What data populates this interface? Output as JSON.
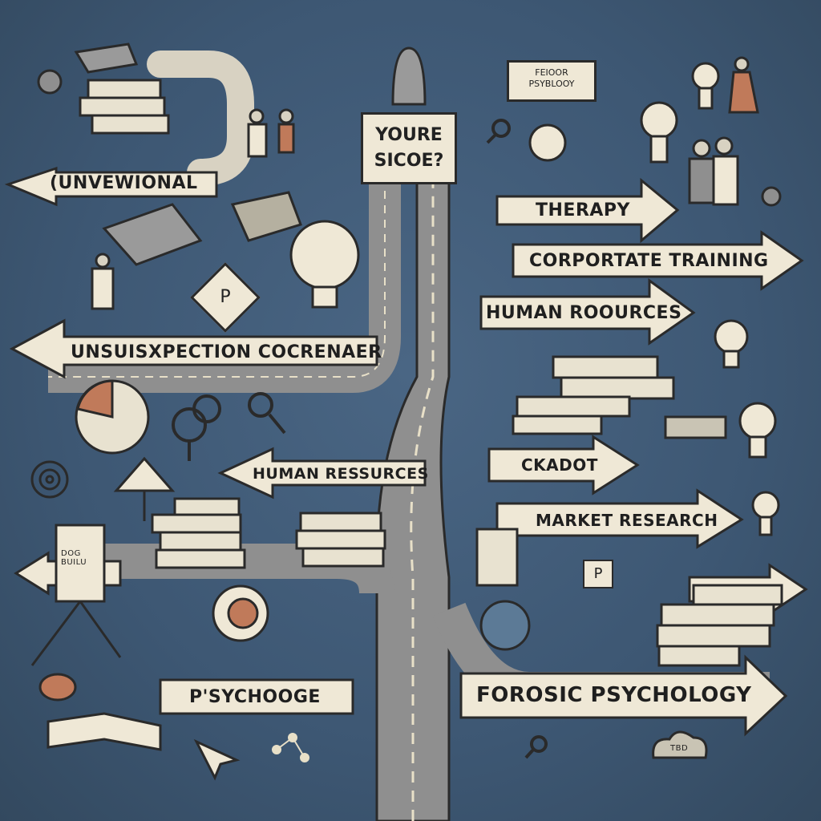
{
  "center_sign": "YOURE SICOE?",
  "arrows": {
    "unconventional": "(UNVEWIONAL",
    "unsuspection": "UNSUISXPECTION COCRENAER",
    "human_resources_left": "HUMAN RESSURCES",
    "therapy": "THERAPY",
    "corporate_training": "CORPORTATE TRAINING",
    "human_resources_right": "HUMAN ROOURCES",
    "ckadot": "CKADOT",
    "market_research": "MARKET RESEARCH",
    "psychology": "P'SYCHOOGE",
    "forensic": "FOROSIC PSYCHOLOGY"
  },
  "signs": {
    "top_right_line1": "FEIOOR",
    "top_right_line2": "PSYBLOOY",
    "diamond": "P",
    "easel": "DOG BUILU",
    "board_marker": "P",
    "cloud": "TBD"
  },
  "colors": {
    "background": "#3f5a76",
    "arrow_fill": "#efe8d6",
    "road": "#8f8f8f",
    "ink": "#2a2a2a",
    "accent": "#c07a5a"
  }
}
